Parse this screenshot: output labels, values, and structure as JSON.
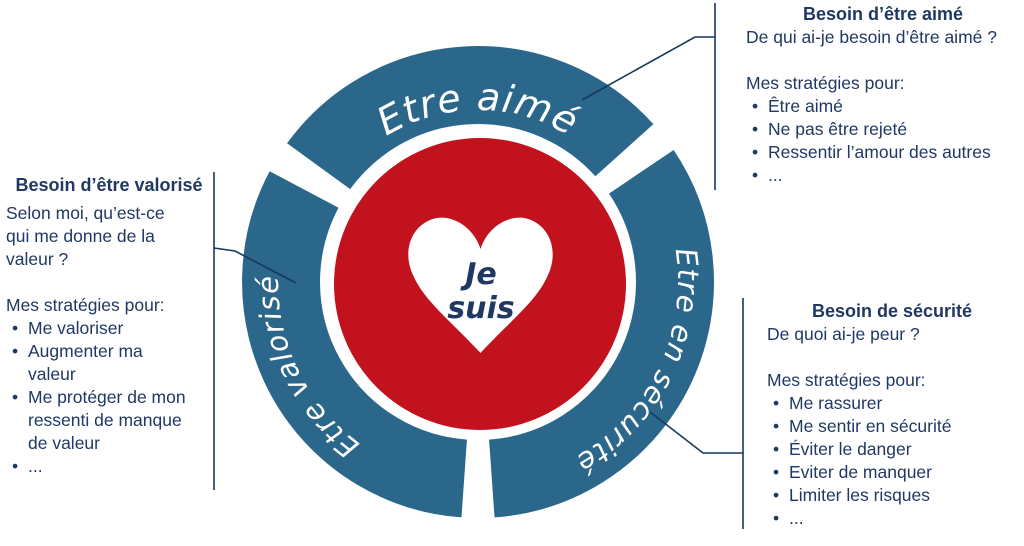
{
  "theme": {
    "wheel_blue": "#2B678A",
    "center_red": "#C1121E",
    "text_navy": "#1F3864",
    "line_color": "#17375E",
    "wheel_label_white": "#FFFFFF",
    "background": "#FFFFFF"
  },
  "ui": {
    "bullet_glyph": "•"
  },
  "wheel": {
    "center": {
      "line1": "Je",
      "line2": "suis"
    },
    "segments": {
      "top": {
        "label": "Etre aimé"
      },
      "left": {
        "label": "Etre valorisé"
      },
      "right": {
        "label": "Etre en sécurité"
      }
    }
  },
  "blocks": {
    "top_right": {
      "title": "Besoin d’être aimé",
      "question": "De qui ai-je besoin d’être aimé ?",
      "strategies_heading": "Mes stratégies pour:",
      "bullets": [
        "Être aimé",
        "Ne pas être rejeté",
        "Ressentir l’amour des autres",
        "..."
      ]
    },
    "left": {
      "title": "Besoin d’être valorisé",
      "question_lines": [
        "Selon moi, qu’est-ce",
        "qui me donne de la",
        "valeur ?"
      ],
      "strategies_heading": "Mes stratégies pour:",
      "bullets": [
        {
          "lines": [
            "Me valoriser"
          ]
        },
        {
          "lines": [
            "Augmenter ma",
            "valeur"
          ]
        },
        {
          "lines": [
            "Me protéger de mon",
            "ressenti de manque",
            "de valeur"
          ]
        },
        {
          "lines": [
            "..."
          ]
        }
      ]
    },
    "bottom_right": {
      "title": "Besoin de sécurité",
      "question": "De quoi ai-je peur ?",
      "strategies_heading": "Mes stratégies pour:",
      "bullets": [
        "Me rassurer",
        "Me sentir en sécurité",
        "Éviter le danger",
        "Eviter de manquer",
        "Limiter les risques",
        "..."
      ]
    }
  }
}
